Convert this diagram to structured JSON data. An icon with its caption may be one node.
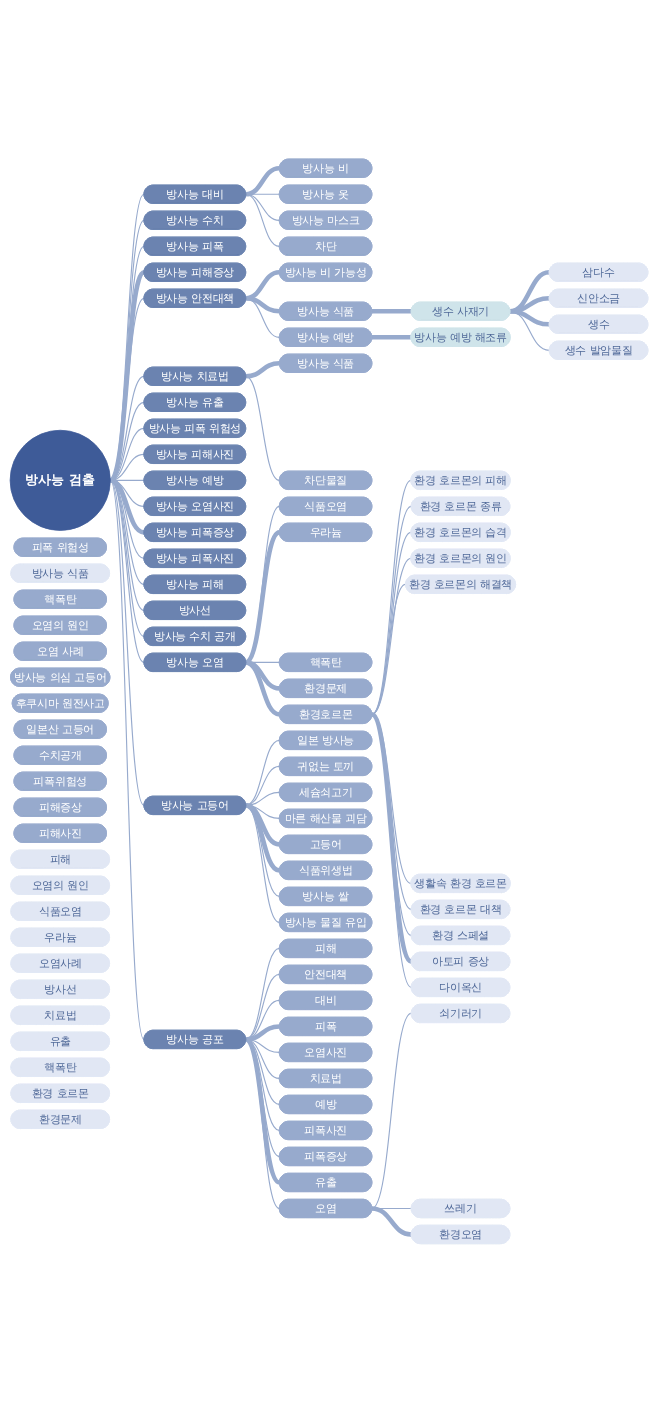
{
  "diagram": {
    "nodes": [
      {
        "text": [
          "방사능 검출"
        ]
      },
      {
        "text": [
          "방사능 대비"
        ]
      },
      {
        "text": [
          "방사능 비"
        ]
      },
      {
        "text": [
          "방사능 옷"
        ]
      },
      {
        "text": [
          "방사능 마스크"
        ]
      },
      {
        "text": [
          "차단"
        ]
      },
      {
        "text": [
          "방사능 수치"
        ]
      },
      {
        "text": [
          "방사능 피폭"
        ]
      },
      {
        "text": [
          "방사능 피해증상"
        ]
      },
      {
        "text": [
          "피폭 위험성"
        ]
      },
      {
        "text": [
          "방사능 안전대책"
        ]
      },
      {
        "text": [
          "방사능 비 가능성"
        ]
      },
      {
        "text": [
          "방사능 식품"
        ]
      },
      {
        "text": [
          "생수 사재기"
        ]
      },
      {
        "text": [
          "삼다수"
        ]
      },
      {
        "text": [
          "신안소금"
        ]
      },
      {
        "text": [
          "생수"
        ]
      },
      {
        "text": [
          "생수 발암물질"
        ]
      },
      {
        "text": [
          "방사능 식품"
        ]
      },
      {
        "text": [
          "방사능 예방"
        ]
      },
      {
        "text": [
          "방사능 예방 해조류"
        ]
      },
      {
        "text": [
          "핵폭탄"
        ]
      },
      {
        "text": [
          "방사능 식품"
        ]
      },
      {
        "text": [
          "방사능 치료법"
        ]
      },
      {
        "text": [
          "차단물질"
        ]
      },
      {
        "text": [
          "방사능 유출"
        ]
      },
      {
        "text": [
          "방사능 피폭 위험성"
        ]
      },
      {
        "text": [
          "방사능 피해사진"
        ]
      },
      {
        "text": [
          "방사능 예방"
        ]
      },
      {
        "text": [
          "방사능 오염사진"
        ]
      },
      {
        "text": [
          "방사능 피폭증상"
        ]
      },
      {
        "text": [
          "방사능 피폭사진"
        ]
      },
      {
        "text": [
          "방사능 피해"
        ]
      },
      {
        "text": [
          "방사선"
        ]
      },
      {
        "text": [
          "방사능 수치 공개"
        ]
      },
      {
        "text": [
          "오염의 원인"
        ]
      },
      {
        "text": [
          "오염 사례"
        ]
      },
      {
        "text": [
          "방사능 오염"
        ]
      },
      {
        "text": [
          "식품오염"
        ]
      },
      {
        "text": [
          "우라늄"
        ]
      },
      {
        "text": [
          "핵폭탄"
        ]
      },
      {
        "text": [
          "환경문제"
        ]
      },
      {
        "text": [
          "환경호르몬"
        ]
      },
      {
        "text": [
          "환경 호르몬의 피해"
        ]
      },
      {
        "text": [
          "환경 호르몬 종류"
        ]
      },
      {
        "text": [
          "환경 호르몬의 습격"
        ]
      },
      {
        "text": [
          "환경 호르몬의 원인"
        ]
      },
      {
        "text": [
          "환경 호르몬의 해결책"
        ]
      },
      {
        "text": [
          "생활속 환경 호르몬"
        ]
      },
      {
        "text": [
          "환경 호르몬 대책"
        ]
      },
      {
        "text": [
          "환경 스페셜"
        ]
      },
      {
        "text": [
          "아토피 증상"
        ]
      },
      {
        "text": [
          "다이옥신"
        ]
      },
      {
        "text": [
          "방사능 의심 고등어"
        ]
      },
      {
        "text": [
          "후쿠시마 원전사고"
        ]
      },
      {
        "text": [
          "일본 방사능"
        ]
      },
      {
        "text": [
          "방사능 고등어"
        ]
      },
      {
        "text": [
          "귀없는 토끼"
        ]
      },
      {
        "text": [
          "세슘쇠고기"
        ]
      },
      {
        "text": [
          "마른 해산물 괴담"
        ]
      },
      {
        "text": [
          "고등어"
        ]
      },
      {
        "text": [
          "식품위생법"
        ]
      },
      {
        "text": [
          "방사능 쌀"
        ]
      },
      {
        "text": [
          "방사능 물질 유입"
        ]
      },
      {
        "text": [
          "일본산 고등어"
        ]
      },
      {
        "text": [
          "방사능 공포"
        ]
      },
      {
        "text": [
          "피해"
        ]
      },
      {
        "text": [
          "안전대책"
        ]
      },
      {
        "text": [
          "대비"
        ]
      },
      {
        "text": [
          "피폭"
        ]
      },
      {
        "text": [
          "오염사진"
        ]
      },
      {
        "text": [
          "수치공개"
        ]
      },
      {
        "text": [
          "치료법"
        ]
      },
      {
        "text": [
          "예방"
        ]
      },
      {
        "text": [
          "피폭위험성"
        ]
      },
      {
        "text": [
          "피폭사진"
        ]
      },
      {
        "text": [
          "피폭증상"
        ]
      },
      {
        "text": [
          "유출"
        ]
      },
      {
        "text": [
          "피해증상"
        ]
      },
      {
        "text": [
          "피해사진"
        ]
      },
      {
        "text": [
          "오염"
        ]
      },
      {
        "text": [
          "쇠기러기"
        ]
      },
      {
        "text": [
          "쓰레기"
        ]
      },
      {
        "text": [
          "피해"
        ]
      },
      {
        "text": [
          "오염의 원인"
        ]
      },
      {
        "text": [
          "식품오염"
        ]
      },
      {
        "text": [
          "환경오염"
        ]
      },
      {
        "text": [
          "우라늄"
        ]
      },
      {
        "text": [
          "오염사례"
        ]
      },
      {
        "text": [
          "방사선"
        ]
      },
      {
        "text": [
          "치료법"
        ]
      },
      {
        "text": [
          "유출"
        ]
      },
      {
        "text": [
          "핵폭탄"
        ]
      },
      {
        "text": [
          "환경 호르몬"
        ]
      },
      {
        "text": [
          "환경문제"
        ]
      }
    ],
    "edges": [
      {
        "from": 0,
        "to": 1,
        "arrow": "none"
      },
      {
        "from": 1,
        "to": 2,
        "arrow": "none",
        "style": "thick"
      },
      {
        "from": 1,
        "to": 3,
        "arrow": "none"
      },
      {
        "from": 1,
        "to": 4,
        "arrow": "none"
      },
      {
        "from": 1,
        "to": 5,
        "arrow": "none"
      },
      {
        "from": 0,
        "to": 6,
        "arrow": "none"
      },
      {
        "from": 0,
        "to": 7,
        "arrow": "none"
      },
      {
        "from": 0,
        "to": 8,
        "arrow": "none",
        "style": "thick"
      },
      {
        "from": 0,
        "to": 10,
        "arrow": "none"
      },
      {
        "from": 10,
        "to": 11,
        "arrow": "none",
        "style": "thick"
      },
      {
        "from": 10,
        "to": 12,
        "arrow": "none",
        "style": "thick"
      },
      {
        "from": 12,
        "to": 13,
        "arrow": "none",
        "style": "thick"
      },
      {
        "from": 13,
        "to": 14,
        "arrow": "none",
        "style": "thick"
      },
      {
        "from": 13,
        "to": 15,
        "arrow": "none",
        "style": "thick"
      },
      {
        "from": 13,
        "to": 16,
        "arrow": "none",
        "style": "thick"
      },
      {
        "from": 13,
        "to": 17,
        "arrow": "none"
      },
      {
        "from": 10,
        "to": 19,
        "arrow": "none"
      },
      {
        "from": 19,
        "to": 20,
        "arrow": "none",
        "style": "thick"
      },
      {
        "from": 0,
        "to": 23,
        "arrow": "none"
      },
      {
        "from": 23,
        "to": 22,
        "arrow": "none",
        "style": "thick"
      },
      {
        "from": 23,
        "to": 24,
        "arrow": "none"
      },
      {
        "from": 0,
        "to": 25,
        "arrow": "none"
      },
      {
        "from": 0,
        "to": 26,
        "arrow": "none"
      },
      {
        "from": 0,
        "to": 27,
        "arrow": "none"
      },
      {
        "from": 0,
        "to": 28,
        "arrow": "none"
      },
      {
        "from": 0,
        "to": 29,
        "arrow": "none"
      },
      {
        "from": 0,
        "to": 30,
        "arrow": "none",
        "style": "thick"
      },
      {
        "from": 0,
        "to": 31,
        "arrow": "none"
      },
      {
        "from": 0,
        "to": 32,
        "arrow": "none"
      },
      {
        "from": 0,
        "to": 33,
        "arrow": "none"
      },
      {
        "from": 0,
        "to": 34,
        "arrow": "none"
      },
      {
        "from": 0,
        "to": 37,
        "arrow": "none"
      },
      {
        "from": 37,
        "to": 38,
        "arrow": "none"
      },
      {
        "from": 37,
        "to": 39,
        "arrow": "none",
        "style": "thick"
      },
      {
        "from": 37,
        "to": 40,
        "arrow": "none"
      },
      {
        "from": 37,
        "to": 41,
        "arrow": "none",
        "style": "thick"
      },
      {
        "from": 37,
        "to": 42,
        "arrow": "none",
        "style": "thick"
      },
      {
        "from": 42,
        "to": 43,
        "arrow": "none"
      },
      {
        "from": 42,
        "to": 44,
        "arrow": "none"
      },
      {
        "from": 42,
        "to": 45,
        "arrow": "none"
      },
      {
        "from": 42,
        "to": 46,
        "arrow": "none"
      },
      {
        "from": 42,
        "to": 47,
        "arrow": "none"
      },
      {
        "from": 42,
        "to": 48,
        "arrow": "none"
      },
      {
        "from": 42,
        "to": 49,
        "arrow": "none"
      },
      {
        "from": 42,
        "to": 50,
        "arrow": "none"
      },
      {
        "from": 42,
        "to": 51,
        "arrow": "none",
        "style": "thick"
      },
      {
        "from": 42,
        "to": 52,
        "arrow": "none"
      },
      {
        "from": 0,
        "to": 56,
        "arrow": "none"
      },
      {
        "from": 56,
        "to": 55,
        "arrow": "none"
      },
      {
        "from": 56,
        "to": 57,
        "arrow": "none"
      },
      {
        "from": 56,
        "to": 58,
        "arrow": "none"
      },
      {
        "from": 56,
        "to": 59,
        "arrow": "none"
      },
      {
        "from": 56,
        "to": 60,
        "arrow": "none",
        "style": "thick"
      },
      {
        "from": 56,
        "to": 61,
        "arrow": "none",
        "style": "thick"
      },
      {
        "from": 56,
        "to": 62,
        "arrow": "none"
      },
      {
        "from": 56,
        "to": 63,
        "arrow": "none"
      },
      {
        "from": 0,
        "to": 65,
        "arrow": "none"
      },
      {
        "from": 65,
        "to": 66,
        "arrow": "none"
      },
      {
        "from": 65,
        "to": 67,
        "arrow": "none"
      },
      {
        "from": 65,
        "to": 68,
        "arrow": "none"
      },
      {
        "from": 65,
        "to": 69,
        "arrow": "none",
        "style": "thick"
      },
      {
        "from": 65,
        "to": 70,
        "arrow": "none"
      },
      {
        "from": 65,
        "to": 72,
        "arrow": "none"
      },
      {
        "from": 65,
        "to": 73,
        "arrow": "none"
      },
      {
        "from": 65,
        "to": 75,
        "arrow": "none"
      },
      {
        "from": 65,
        "to": 76,
        "arrow": "none"
      },
      {
        "from": 65,
        "to": 77,
        "arrow": "none",
        "style": "thick"
      },
      {
        "from": 65,
        "to": 80,
        "arrow": "none"
      },
      {
        "from": 80,
        "to": 81,
        "arrow": "none"
      },
      {
        "from": 80,
        "to": 82,
        "arrow": "none"
      },
      {
        "from": 80,
        "to": 86,
        "arrow": "none",
        "style": "thick"
      }
    ]
  }
}
